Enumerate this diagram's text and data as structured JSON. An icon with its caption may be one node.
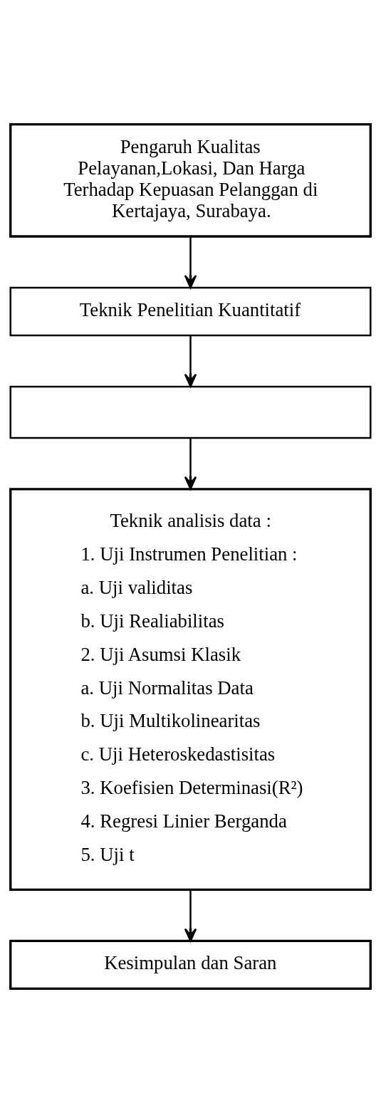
{
  "diagram": {
    "nodes": [
      {
        "text": [
          "Pengaruh Kualitas Pelayanan,Lokasi, Dan Harga Terhadap Kepuasan Pelanggan di Kertajaya, Surabaya."
        ]
      },
      {
        "text": [
          "Teknik Penelitian Kuantitatif"
        ]
      },
      {
        "text": [],
        "shape": "box"
      },
      {
        "text": [
          "Teknik analisis data :",
          "1. Uji Instrumen Penelitian :",
          "a. Uji validitas",
          "b. Uji Realiabilitas",
          "2. Uji Asumsi Klasik",
          "a. Uji Normalitas Data",
          "b. Uji Multikolinearitas",
          "c. Uji Heteroskedastisitas",
          "3. Koefisien Determinasi(R²)",
          "4. Regresi Linier Berganda",
          "5. Uji t"
        ]
      },
      {
        "text": [
          "Kesimpulan dan Saran"
        ]
      }
    ],
    "edges": [
      {
        "from": 0,
        "to": 1,
        "arrow": "to"
      },
      {
        "from": 1,
        "to": 2,
        "arrow": "to"
      },
      {
        "from": 2,
        "to": 3,
        "arrow": "to"
      },
      {
        "from": 3,
        "to": 4,
        "arrow": "to"
      }
    ]
  }
}
